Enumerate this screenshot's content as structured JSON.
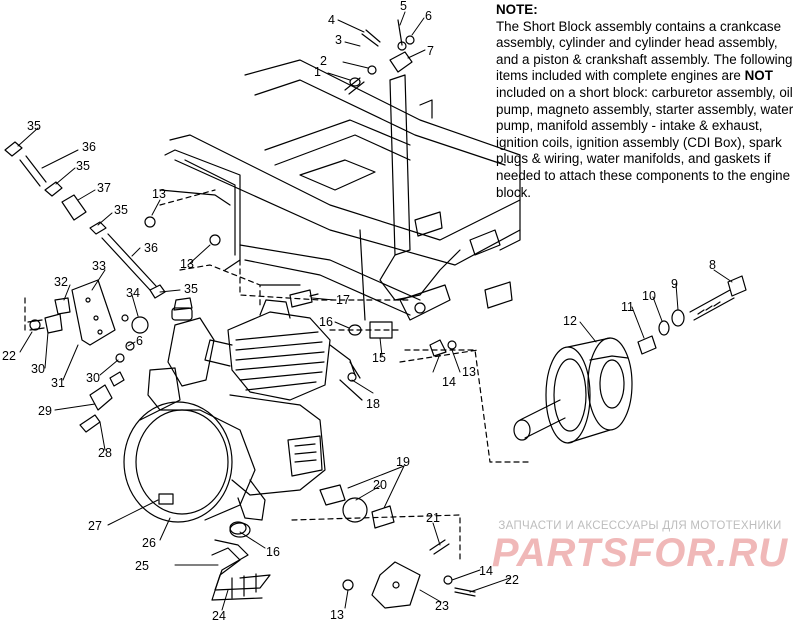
{
  "note": {
    "heading": "NOTE:",
    "text_before_bold": "The Short Block assembly contains a crankcase assembly, cylinder and cylinder head assembly, and a piston & crankshaft assembly.  The following items included with complete engines are ",
    "bold_word": "NOT",
    "text_after_bold": " included on a short block:  carburetor assembly, oil pump, magneto assembly, starter assembly, water pump, manifold assembly - intake & exhaust, ignition coils, ignition assembly (CDI Box), spark plugs & wiring, water manifolds, and gaskets if needed to attach these components to the engine block."
  },
  "watermark": {
    "tagline": "ЗАПЧАСТИ И АКСЕССУАРЫ ДЛЯ МОТОТЕХНИКИ",
    "logo": "PARTSFOR.RU"
  },
  "callouts": [
    "1",
    "2",
    "3",
    "4",
    "5",
    "6",
    "7",
    "8",
    "9",
    "10",
    "11",
    "12",
    "13",
    "14",
    "15",
    "16",
    "17",
    "18",
    "19",
    "20",
    "21",
    "22",
    "23",
    "24",
    "25",
    "26",
    "27",
    "28",
    "29",
    "30",
    "31",
    "32",
    "33",
    "34",
    "35",
    "36",
    "37"
  ],
  "colors": {
    "ink": "#000000",
    "watermark_logo": "#f0b8b8",
    "watermark_text": "#bdbdbd"
  }
}
